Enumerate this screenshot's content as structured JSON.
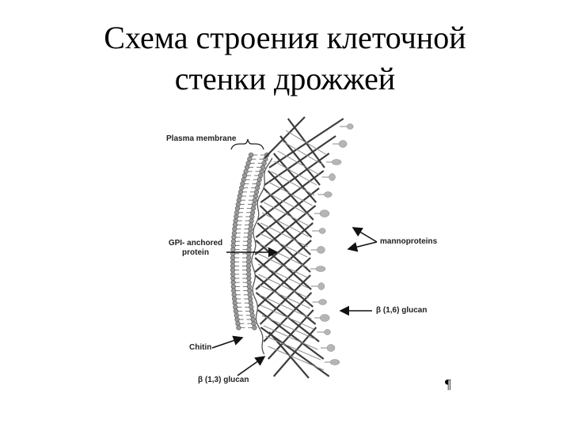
{
  "title_line1": "Схема строения клеточной",
  "title_line2": "стенки дрожжей",
  "labels": {
    "plasma_membrane": "Plasma membrane",
    "gpi_line1": "GPI- anchored",
    "gpi_line2": "protein",
    "mannoproteins": "mannoproteins",
    "glucan_16": "β (1,6) glucan",
    "chitin": "Chitin",
    "glucan_13": "β (1,3) glucan"
  },
  "paragraph_mark": "¶",
  "colors": {
    "lipid_head": "#9a9a9a",
    "fiber_dark": "#3c3c3c",
    "fiber_light": "#8e8e8e",
    "mannoprotein": "#b5b5b5",
    "arrow": "#111111"
  }
}
